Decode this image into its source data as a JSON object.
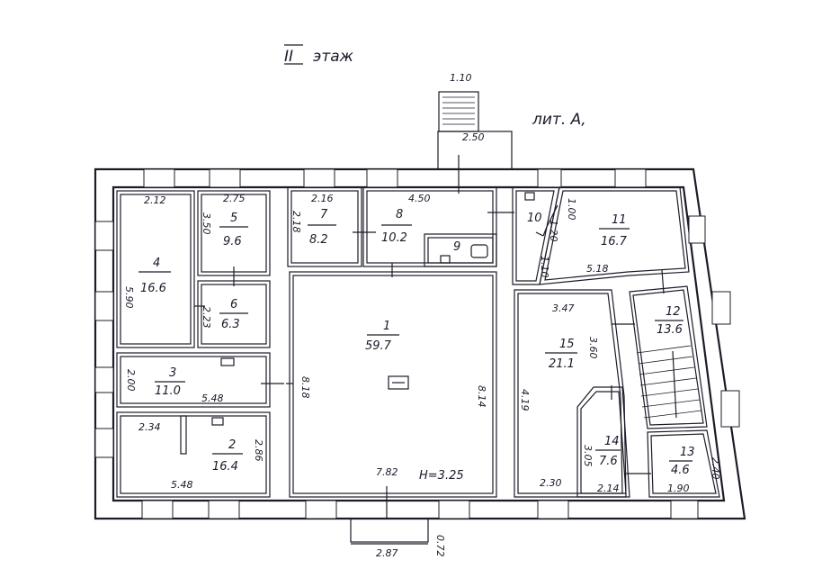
{
  "title": {
    "floor_numeral": "II",
    "floor_word": "этаж",
    "building_letter": "лит. А,"
  },
  "rooms": [
    {
      "no": "1",
      "area": "59.7"
    },
    {
      "no": "2",
      "area": "16.4"
    },
    {
      "no": "3",
      "area": "11.0"
    },
    {
      "no": "4",
      "area": "16.6"
    },
    {
      "no": "5",
      "area": "9.6"
    },
    {
      "no": "6",
      "area": "6.3"
    },
    {
      "no": "7",
      "area": "8.2"
    },
    {
      "no": "8",
      "area": "10.2"
    },
    {
      "no": "9",
      "area": ""
    },
    {
      "no": "10",
      "area": ""
    },
    {
      "no": "11",
      "area": "16.7"
    },
    {
      "no": "12",
      "area": "13.6"
    },
    {
      "no": "13",
      "area": "4.6"
    },
    {
      "no": "14",
      "area": "7.6"
    },
    {
      "no": "15",
      "area": "21.1"
    }
  ],
  "dimensions": {
    "stair_top": "1.10",
    "porch_top": "2.50",
    "r4_top": "2.12",
    "r4_side": "5.90",
    "r5_top": "2.75",
    "r5_side": "3.50",
    "r6_side": "2.23",
    "r7_top": "2.16",
    "r7_side": "2.18",
    "r8_top": "4.50",
    "r11_a": "1.00",
    "r11_b": "1.20",
    "r11_c": "1.10",
    "r11_bottom": "5.18",
    "r3_side": "2.00",
    "r3_len": "5.48",
    "r2_top": "2.34",
    "r2_bottom": "5.48",
    "r2_side": "2.86",
    "r1_side_left": "8.18",
    "r1_side_right": "8.14",
    "r1_bottom": "7.82",
    "height": "H=3.25",
    "r15_top": "3.47",
    "r15_side_left": "4.19",
    "r15_side_right": "3.60",
    "r15_bottom": "2.30",
    "r14_side": "3.05",
    "r14_bottom": "2.14",
    "r13_bottom": "1.90",
    "r13_side": "2.40",
    "entry_bottom": "2.87",
    "entry_side": "0.72"
  }
}
